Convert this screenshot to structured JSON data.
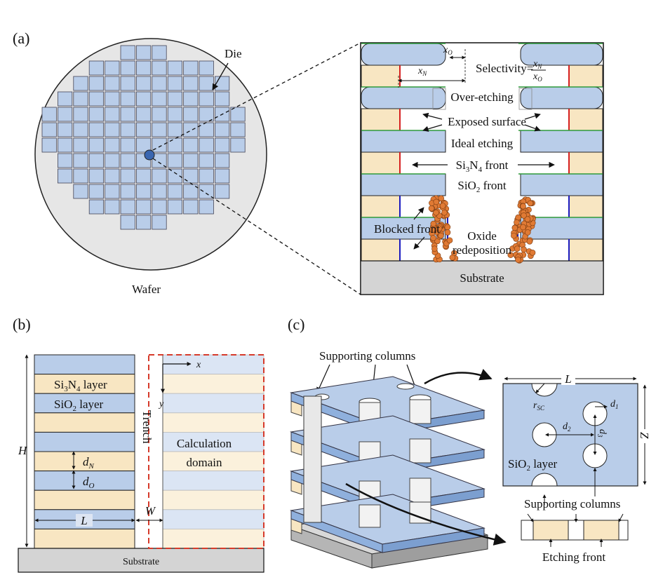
{
  "colors": {
    "sio2": "#b9cde9",
    "si3n4": "#f8e6c2",
    "substrate": "#d4d4d4",
    "accent_red": "#d62020",
    "green_front": "#2e9a3a",
    "blue_front": "#1a1abf",
    "particle": "#e07a34",
    "wafer": "#e6e6e6",
    "calc_border": "#d63a2a"
  },
  "panel_a": {
    "label": "(a)",
    "die_label": "Die",
    "wafer_label": "Wafer",
    "xo": "x",
    "xo_sub": "O",
    "xn": "x",
    "xn_sub": "N",
    "selectivity_prefix": "Selectivity=",
    "selectivity_num": "x",
    "selectivity_num_sub": "N",
    "selectivity_den": "x",
    "selectivity_den_sub": "O",
    "over_etching": "Over-etching",
    "exposed_surface": "Exposed surface",
    "ideal_etching": "Ideal etching",
    "si3n4_front_a": "Si",
    "si3n4_front_sub1": "3",
    "si3n4_front_b": "N",
    "si3n4_front_sub2": "4",
    "si3n4_front_c": " front",
    "sio2_front_a": "SiO",
    "sio2_front_sub": "2",
    "sio2_front_b": " front",
    "blocked_front": "Blocked front",
    "oxide": "Oxide",
    "redeposition": "redeposition",
    "substrate": "Substrate"
  },
  "panel_b": {
    "label": "(b)",
    "si3n4_layer_a": "Si",
    "si3n4_layer_sub1": "3",
    "si3n4_layer_b": "N",
    "si3n4_layer_sub2": "4",
    "si3n4_layer_c": " layer",
    "sio2_layer_a": "SiO",
    "sio2_layer_sub": "2",
    "sio2_layer_b": " layer",
    "H": "H",
    "dN": "d",
    "dN_sub": "N",
    "dO": "d",
    "dO_sub": "O",
    "L": "L",
    "W": "W",
    "trench": "Trench",
    "x": "x",
    "y": "y",
    "calc1": "Calculation",
    "calc2": "domain",
    "substrate": "Substrate"
  },
  "panel_c": {
    "label": "(c)",
    "supporting_columns_top": "Supporting columns",
    "L": "L",
    "rsc": "r",
    "rsc_sub": "SC",
    "d1": "d",
    "d1_sub": "1",
    "d2": "d",
    "d2_sub": "2",
    "d3": "d",
    "d3_sub": "3",
    "Z": "Z",
    "sio2_layer_a": "SiO",
    "sio2_layer_sub": "2",
    "sio2_layer_b": " layer",
    "supporting_columns_bottom": "Supporting columns",
    "etching_front": "Etching front"
  }
}
